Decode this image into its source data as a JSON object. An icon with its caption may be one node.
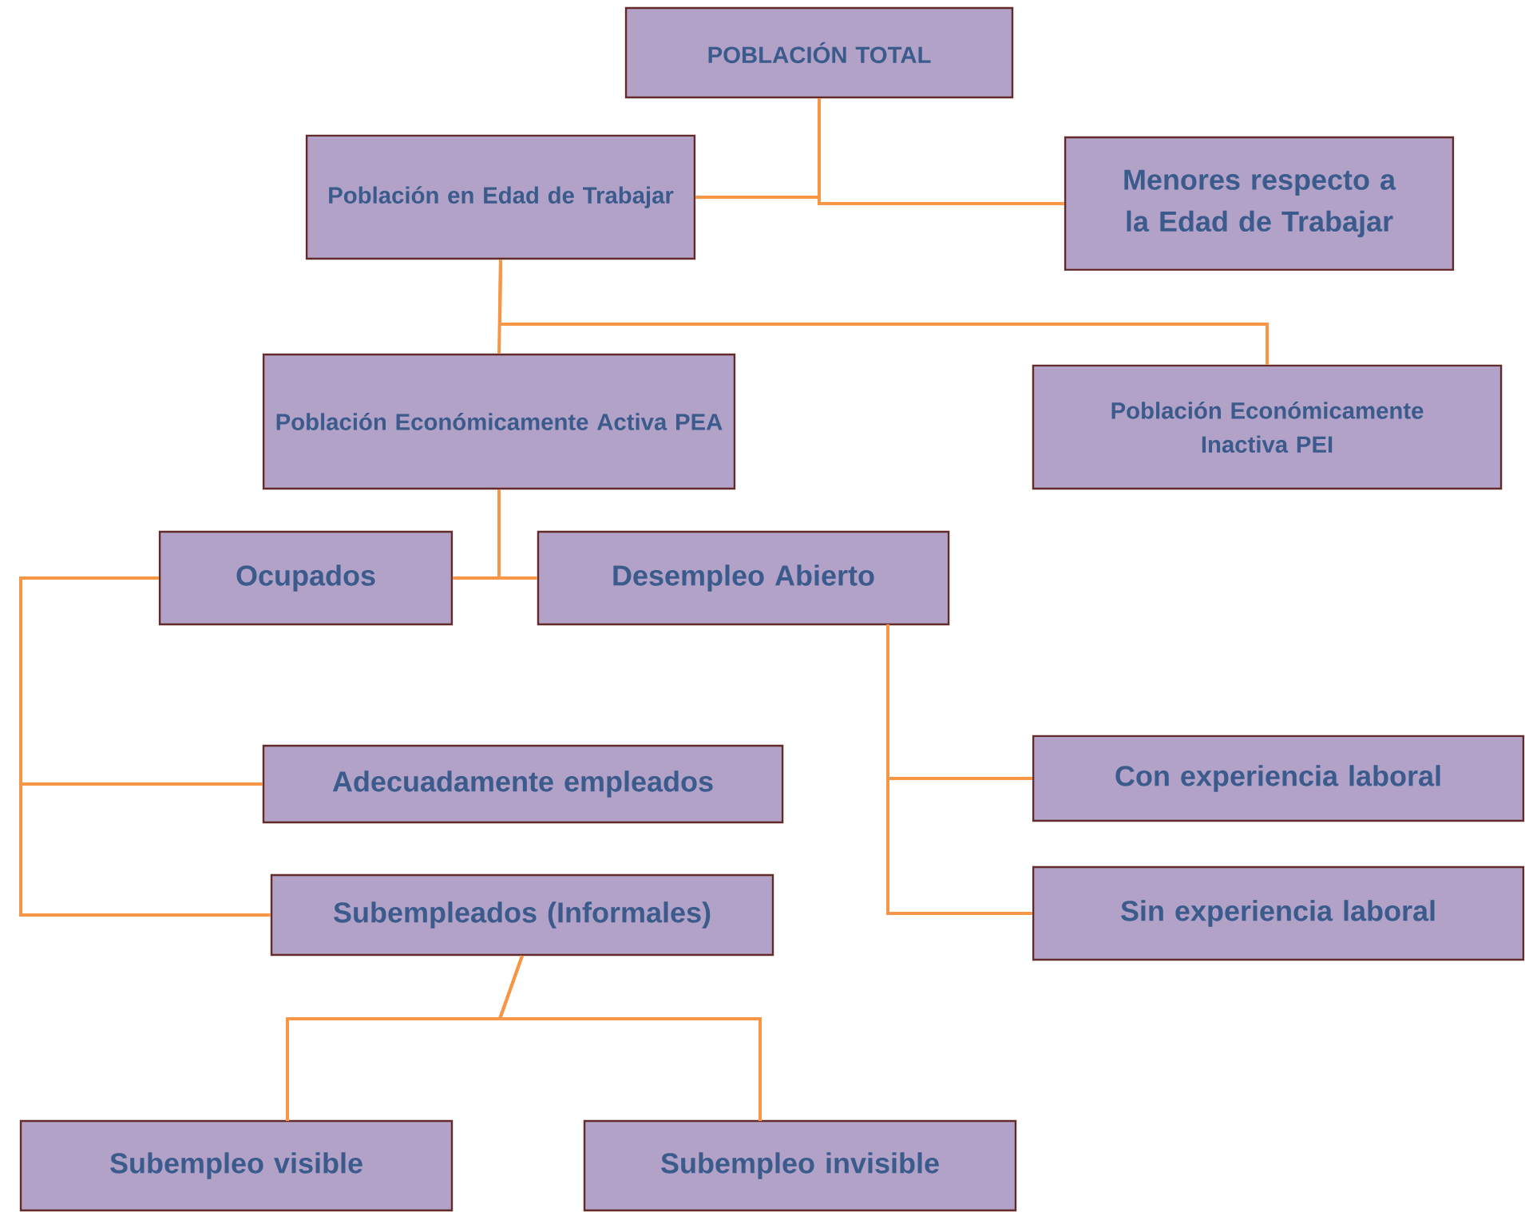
{
  "diagram": {
    "nodes": [
      {
        "text": [
          "POBLACIÓN TOTAL"
        ]
      },
      {
        "text": [
          "Población en Edad de Trabajar"
        ]
      },
      {
        "text": [
          "Menores respecto a la Edad de Trabajar"
        ]
      },
      {
        "text": [
          "Población Económicamente Activa PEA"
        ]
      },
      {
        "text": [
          "Población Económicamente Inactiva PEI"
        ]
      },
      {
        "text": [
          "Ocupados"
        ]
      },
      {
        "text": [
          "Desempleo Abierto"
        ]
      },
      {
        "text": [
          "Adecuadamente empleados"
        ]
      },
      {
        "text": [
          "Subempleados (Informales)"
        ]
      },
      {
        "text": [
          "Con experiencia laboral"
        ]
      },
      {
        "text": [
          "Sin experiencia laboral"
        ]
      },
      {
        "text": [
          "Subempleo visible"
        ]
      },
      {
        "text": [
          "Subempleo invisible"
        ]
      }
    ],
    "edges": [
      {
        "from": 0,
        "to": 1,
        "arrow": "none"
      },
      {
        "from": 0,
        "to": 2,
        "arrow": "none"
      },
      {
        "from": 1,
        "to": 3,
        "arrow": "none"
      },
      {
        "from": 1,
        "to": 4,
        "arrow": "none"
      },
      {
        "from": 3,
        "to": 5,
        "arrow": "none"
      },
      {
        "from": 3,
        "to": 6,
        "arrow": "none"
      },
      {
        "from": 5,
        "to": 7,
        "arrow": "none"
      },
      {
        "from": 5,
        "to": 8,
        "arrow": "none"
      },
      {
        "from": 6,
        "to": 9,
        "arrow": "none"
      },
      {
        "from": 6,
        "to": 10,
        "arrow": "none"
      },
      {
        "from": 8,
        "to": 11,
        "arrow": "none"
      },
      {
        "from": 8,
        "to": 12,
        "arrow": "none"
      }
    ]
  }
}
